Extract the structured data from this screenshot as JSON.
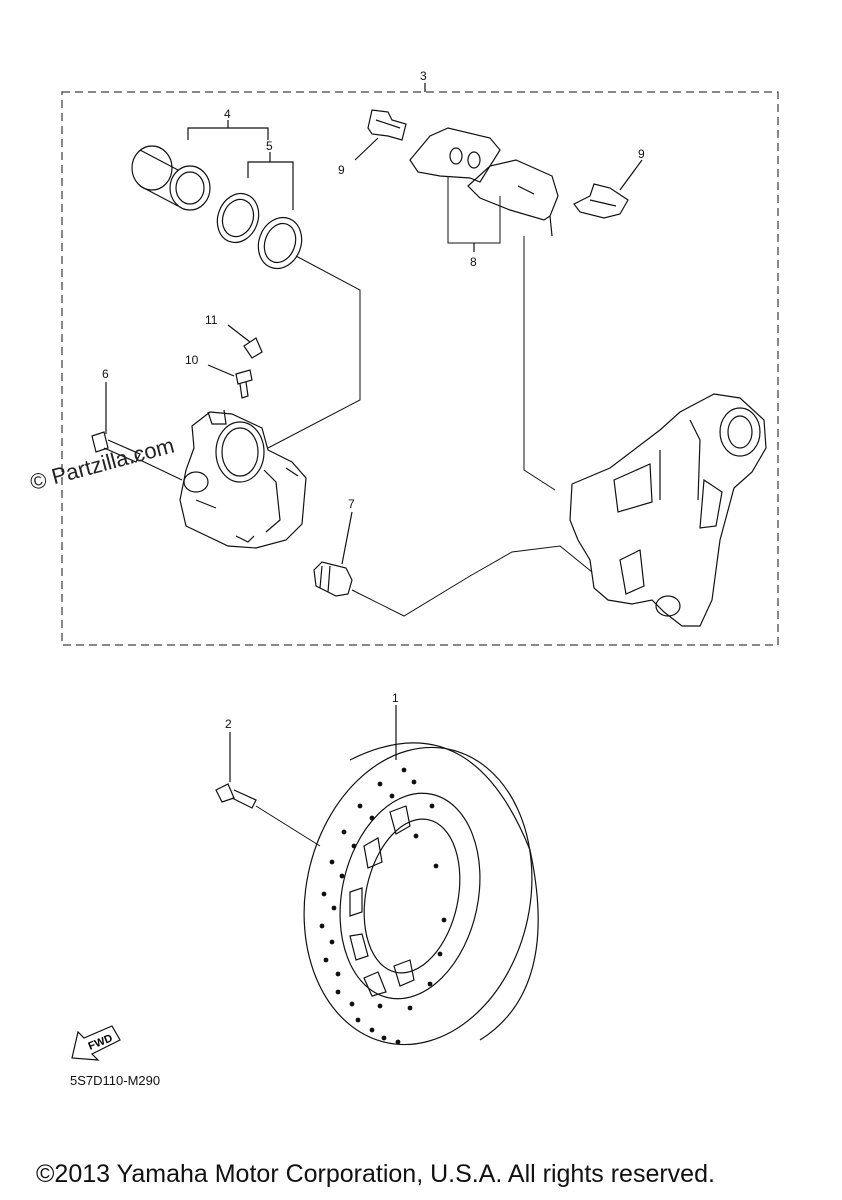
{
  "callouts": {
    "c1": "1",
    "c2": "2",
    "c3": "3",
    "c4": "4",
    "c5": "5",
    "c6": "6",
    "c7": "7",
    "c8": "8",
    "c9a": "9",
    "c9b": "9",
    "c10": "10",
    "c11": "11"
  },
  "watermark": "© Partzilla.com",
  "fwd_label": "FWD",
  "diagram_code": "5S7D110-M290",
  "copyright": "©2013 Yamaha Motor Corporation, U.S.A. All rights reserved."
}
